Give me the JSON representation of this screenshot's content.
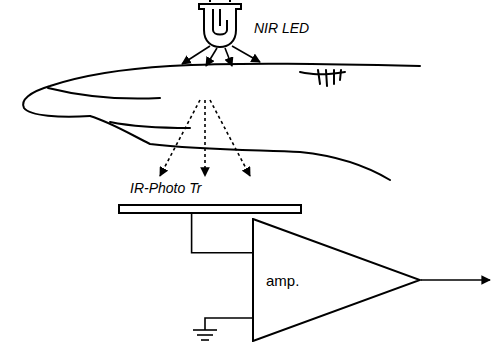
{
  "diagram": {
    "nodes": [
      {
        "text": [
          "NIR LED"
        ]
      },
      {
        "text": [
          "IR-Photo Tr"
        ]
      },
      {
        "text": [
          "amp."
        ]
      }
    ],
    "edges": [
      {
        "from": 1,
        "to": 2,
        "arrow": "none"
      }
    ]
  }
}
